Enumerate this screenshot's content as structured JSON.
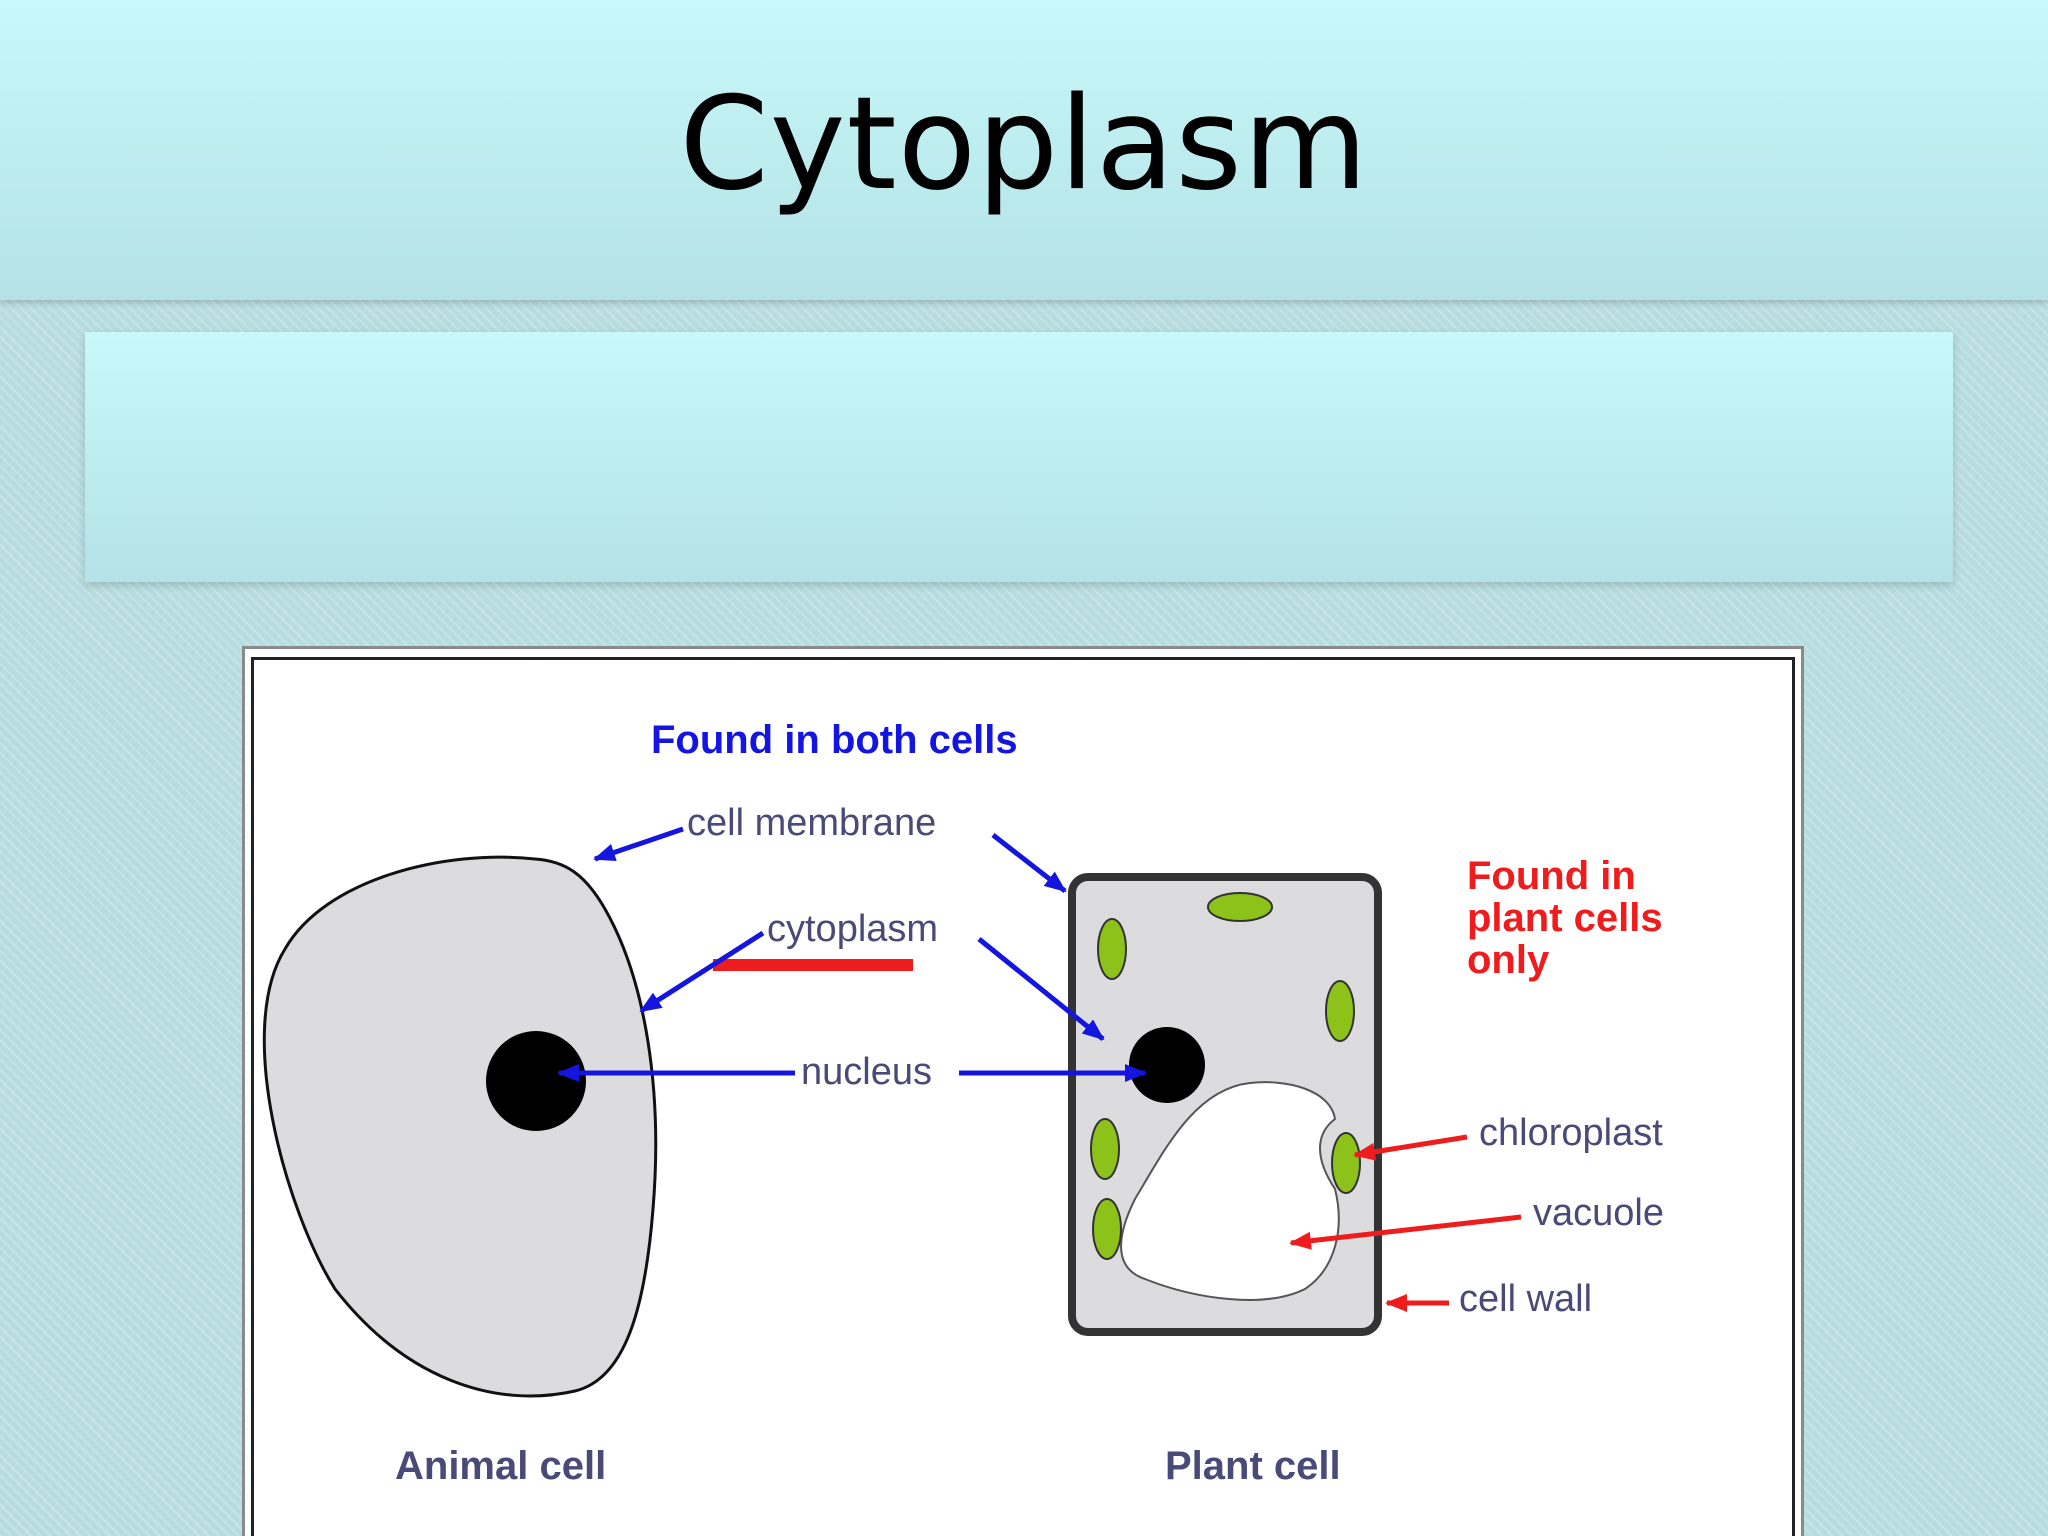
{
  "slide": {
    "title": "Cytoplasm"
  },
  "diagram": {
    "headers": {
      "both": "Found in both cells",
      "plant_only": [
        "Found in",
        "plant cells",
        "only"
      ]
    },
    "labels": {
      "cell_membrane": "cell membrane",
      "cytoplasm": "cytoplasm",
      "nucleus": "nucleus",
      "chloroplast": "chloroplast",
      "vacuole": "vacuole",
      "cell_wall": "cell wall"
    },
    "captions": {
      "animal": "Animal cell",
      "plant": "Plant cell"
    },
    "colors": {
      "shared_arrow": "#1515e0",
      "plant_only_arrow": "#ee1c1c",
      "cytoplasm_fill": "#dcdcdf",
      "chloroplast_fill": "#8cc21a",
      "highlight_underline": "#ee1c1c"
    }
  }
}
